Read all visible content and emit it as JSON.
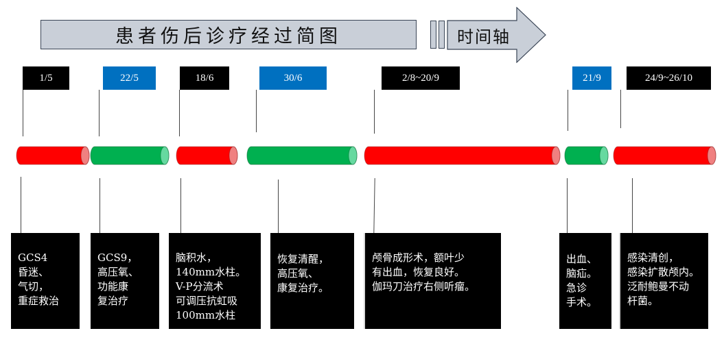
{
  "title": "患者伤后诊疗经过简图",
  "arrow_label": "时间轴",
  "colors": {
    "red": "#ff0000",
    "red_cap": "#f08080",
    "green": "#00b050",
    "green_cap": "#66d9a0",
    "blue": "#0070c0",
    "black": "#000000"
  },
  "stages": [
    {
      "date": "1/5",
      "date_style": "black",
      "segment_color": "red",
      "note": "GCS4\n昏迷、\n气切，\n重症救治"
    },
    {
      "date": "22/5",
      "date_style": "blue",
      "segment_color": "green",
      "note": "GCS9，\n高压氧、\n功能康\n复治疗"
    },
    {
      "date": "18/6",
      "date_style": "black",
      "segment_color": "red",
      "note": "脑积水，\n140mm水柱。\nV-P分流术\n可调压抗虹吸\n100mm水柱"
    },
    {
      "date": "30/6",
      "date_style": "blue",
      "segment_color": "green",
      "note": "恢复清醒，\n高压氧、\n康复治疗。"
    },
    {
      "date": "2/8~20/9",
      "date_style": "black",
      "segment_color": "red",
      "note": "颅骨成形术，额叶少\n有出血，恢复良好。\n伽玛刀治疗右侧听瘤。"
    },
    {
      "date": "21/9",
      "date_style": "blue",
      "segment_color": "green",
      "note": "出血、\n脑疝。\n急诊\n手术。"
    },
    {
      "date": "24/9~26/10",
      "date_style": "black",
      "segment_color": "red",
      "note": "感染清创，\n感染扩散颅内。\n泛耐鲍曼不动\n杆菌。"
    }
  ]
}
